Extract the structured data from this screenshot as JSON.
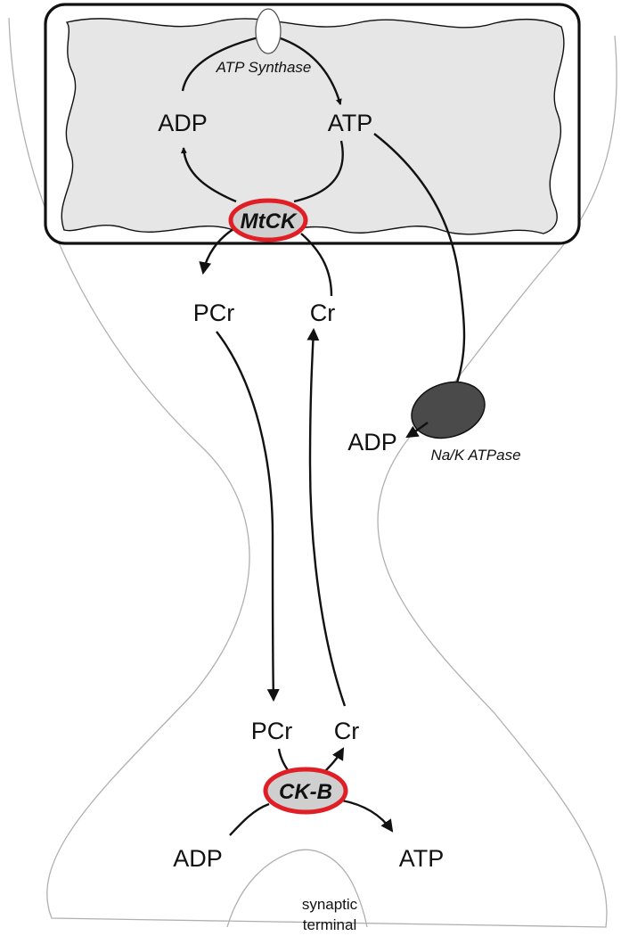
{
  "labels": {
    "atp_synthase": "ATP Synthase",
    "mito_adp": "ADP",
    "mito_atp": "ATP",
    "mtck": "MtCK",
    "pcr_top": "PCr",
    "cr_top": "Cr",
    "pump_adp": "ADP",
    "na_k_atpase": "Na/K ATPase",
    "pcr_bottom": "PCr",
    "cr_bottom": "Cr",
    "ckb": "CK-B",
    "term_adp": "ADP",
    "term_atp": "ATP",
    "synaptic_line1": "synaptic",
    "synaptic_line2": "terminal"
  },
  "colors": {
    "enzyme_ring": "#e01e25",
    "enzyme_fill": "#cfcfcf",
    "matrix_fill": "#e6e6e6",
    "pump_fill": "#4a4a4a",
    "line": "#111111",
    "cell_outline": "#b0b0b0"
  }
}
